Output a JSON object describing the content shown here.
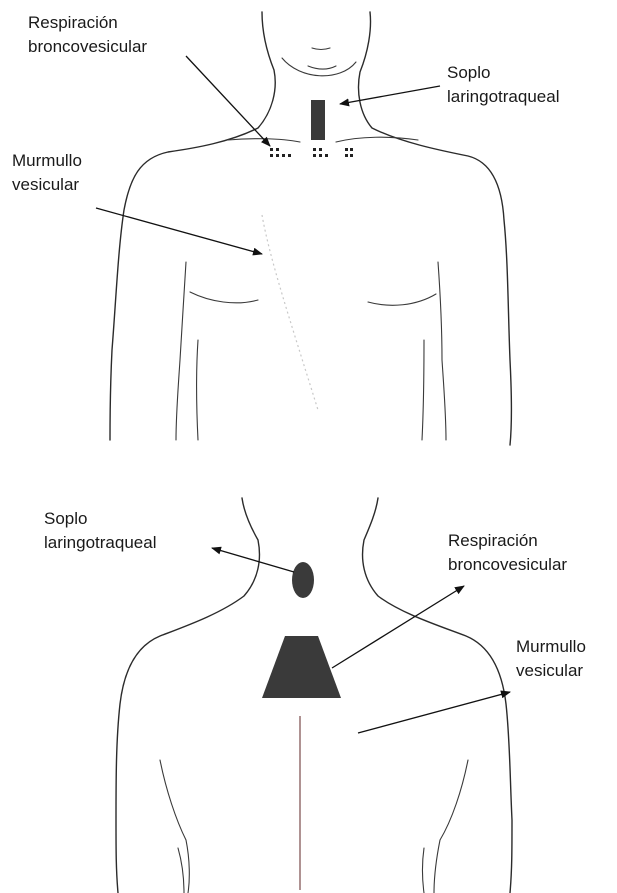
{
  "front_view": {
    "labels": {
      "respiracion_line1": "Respiración",
      "respiracion_line2": "broncovesicular",
      "soplo_line1": "Soplo",
      "soplo_line2": "laringotraqueal",
      "murmullo_line1": "Murmullo",
      "murmullo_line2": "vesicular"
    }
  },
  "back_view": {
    "labels": {
      "soplo_line1": "Soplo",
      "soplo_line2": "laringotraqueal",
      "respiracion_line1": "Respiración",
      "respiracion_line2": "broncovesicular",
      "murmullo_line1": "Murmullo",
      "murmullo_line2": "vesicular"
    }
  },
  "colors": {
    "line": "#2b2b2b",
    "marker_fill": "#3a3a3a",
    "text": "#1a1a1a",
    "background": "#ffffff"
  }
}
